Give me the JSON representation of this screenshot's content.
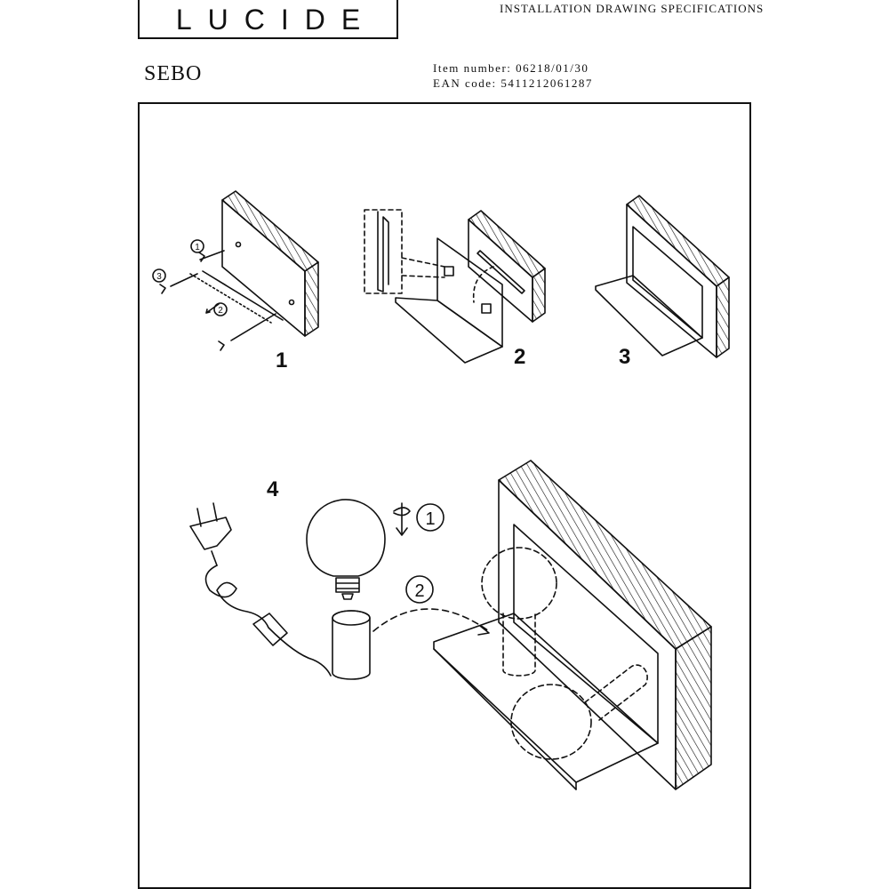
{
  "header": {
    "logo": "LUCIDE",
    "spec_title": "INSTALLATION DRAWING SPECIFICATIONS"
  },
  "product": {
    "name": "SEBO",
    "item_number": "Item number: 06218/01/30",
    "ean_code": "EAN code: 5411212061287"
  },
  "steps": {
    "s1": "1",
    "s2": "2",
    "s3": "3",
    "s4": "4",
    "callout_1": "1",
    "callout_2": "2",
    "callout_3": "3",
    "callout_4_1": "1",
    "callout_4_2": "2"
  },
  "colors": {
    "line": "#111111",
    "background": "#ffffff"
  }
}
